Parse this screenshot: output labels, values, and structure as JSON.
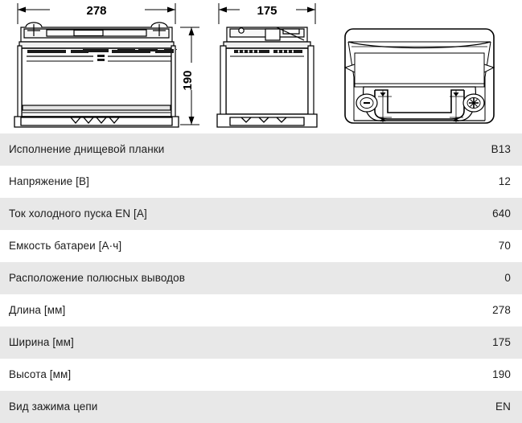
{
  "drawings": {
    "side_view": {
      "name": "battery-side-view",
      "dimension_label": "278",
      "height_dimension_label": "190"
    },
    "front_view": {
      "name": "battery-front-view",
      "dimension_label": "175"
    },
    "iso_view": {
      "name": "battery-isometric-view",
      "negative_terminal_symbol": "−",
      "positive_terminal_symbol": "+"
    }
  },
  "spec_table": {
    "rows": [
      {
        "label": "Исполнение днищевой планки",
        "value": "B13"
      },
      {
        "label": "Напряжение [B]",
        "value": "12"
      },
      {
        "label": "Ток холодного пуска EN [A]",
        "value": "640"
      },
      {
        "label": "Емкость батареи [A·ч]",
        "value": "70"
      },
      {
        "label": "Расположение полюсных выводов",
        "value": "0"
      },
      {
        "label": "Длина [мм]",
        "value": "278"
      },
      {
        "label": "Ширина [мм]",
        "value": "175"
      },
      {
        "label": "Высота [мм]",
        "value": "190"
      },
      {
        "label": "Вид зажима цепи",
        "value": "EN"
      }
    ]
  },
  "colors": {
    "row_shade": "#e8e8e8",
    "row_plain": "#ffffff",
    "text": "#1c1c1c",
    "line": "#000000"
  }
}
